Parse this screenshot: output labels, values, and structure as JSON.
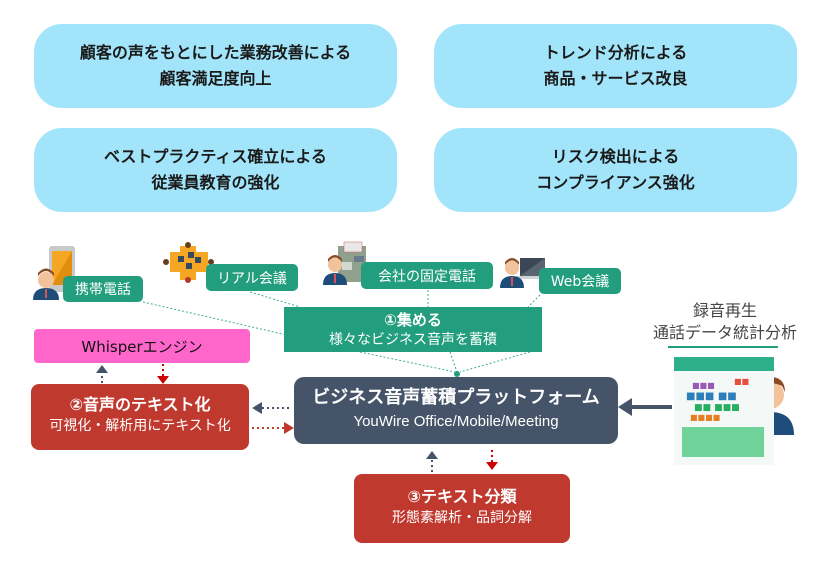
{
  "goals": [
    {
      "line1": "顧客の声をもとにした業務改善による",
      "line2": "顧客満足度向上"
    },
    {
      "line1": "トレンド分析による",
      "line2": "商品・サービス改良"
    },
    {
      "line1": "ベストプラクティス確立による",
      "line2": "従業員教育の強化"
    },
    {
      "line1": "リスク検出による",
      "line2": "コンプライアンス強化"
    }
  ],
  "sources": [
    {
      "label": "携帯電話",
      "icon": "smartphone-user-icon"
    },
    {
      "label": "リアル会議",
      "icon": "meeting-table-icon"
    },
    {
      "label": "会社の固定電話",
      "icon": "desk-phone-user-icon"
    },
    {
      "label": "Web会議",
      "icon": "laptop-user-icon"
    }
  ],
  "collect": {
    "title": "①集める",
    "subtitle": "様々なビジネス音声を蓄積"
  },
  "whisper": {
    "label": "Whisperエンジン"
  },
  "step2": {
    "title": "②音声のテキスト化",
    "subtitle": "可視化・解析用にテキスト化"
  },
  "platform": {
    "title": "ビジネス音声蓄積プラットフォーム",
    "subtitle": "YouWire Office/Mobile/Meeting"
  },
  "step3": {
    "title": "③テキスト分類",
    "subtitle": "形態素解析・品詞分解"
  },
  "recording": {
    "line1": "録音再生",
    "line2": "通話データ統計分析"
  },
  "colors": {
    "goal_bg": "#a2e4fa",
    "source_green": "#229e7e",
    "whisper_pink": "#ff66cc",
    "step_red": "#c0392f",
    "platform_navy": "#455468"
  }
}
